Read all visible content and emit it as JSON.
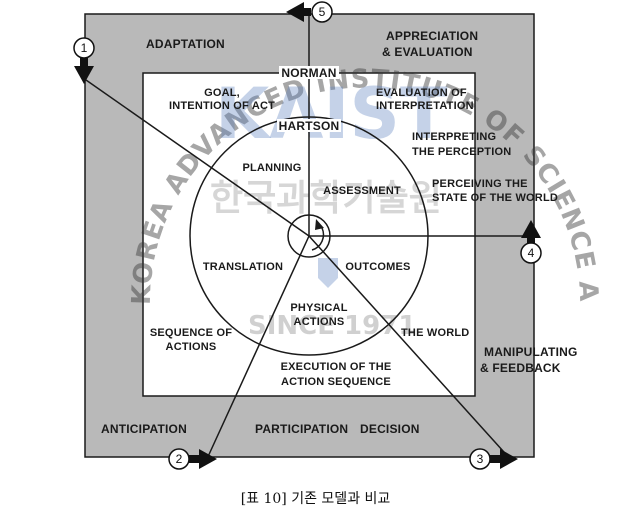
{
  "diagram": {
    "outer": {
      "top_left": "ADAPTATION",
      "top_right": [
        "APPRECIATION",
        "& EVALUATION"
      ],
      "right": [
        "MANIPULATING",
        "& FEEDBACK"
      ],
      "bottom_left": "ANTICIPATION",
      "bottom_middle": "PARTICIPATION",
      "bottom_right": "DECISION"
    },
    "norman": {
      "title": "NORMAN",
      "goal": [
        "GOAL,",
        "INTENTION OF ACT"
      ],
      "evaluation": [
        "EVALUATION OF",
        "INTERPRETATION"
      ],
      "interpreting": [
        "INTERPRETING",
        "THE PERCEPTION"
      ],
      "perceiving": [
        "PERCEIVING THE",
        "STATE OF THE WORLD"
      ],
      "sequence": [
        "SEQUENCE OF",
        "ACTIONS"
      ],
      "world": "THE WORLD",
      "execution": [
        "EXECUTION OF THE",
        "ACTION SEQUENCE"
      ]
    },
    "hartson": {
      "title": "HARTSON",
      "planning": "PLANNING",
      "assessment": "ASSESSMENT",
      "translation": "TRANSLATION",
      "outcomes": "OUTCOMES",
      "physical": [
        "PHYSICAL",
        "ACTIONS"
      ]
    },
    "markers": [
      "1",
      "2",
      "3",
      "4",
      "5"
    ]
  },
  "watermark": {
    "big": "KAIST",
    "korean": "한국과학기술원",
    "arc": "KOREA ADVANCED INSTITUTE OF SCIENCE AND TECHNOLOGY",
    "year": "SINCE 1971"
  },
  "caption": "[표 10] 기존 모델과 비교"
}
